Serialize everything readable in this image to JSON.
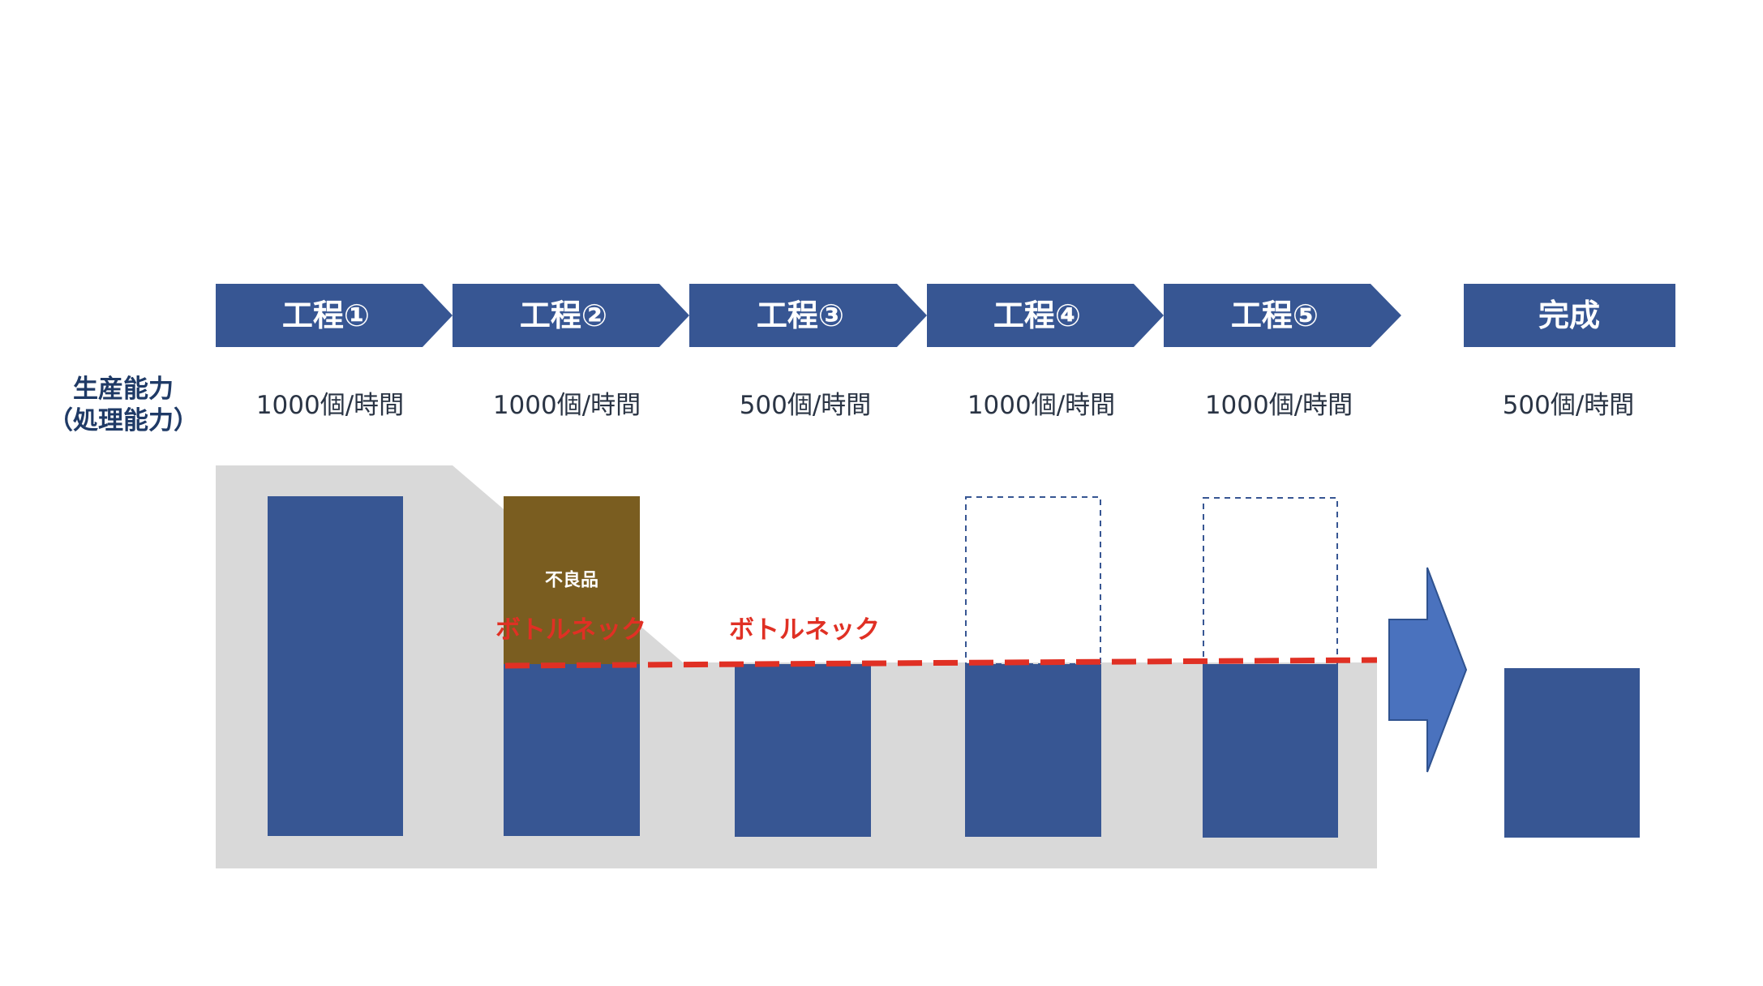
{
  "row_label": {
    "line1": "生産能力",
    "line2": "（処理能力）"
  },
  "steps": [
    {
      "label": "工程①",
      "capacity": "1000個/時間",
      "capacity_value": 1000
    },
    {
      "label": "工程②",
      "capacity": "1000個/時間",
      "capacity_value": 1000
    },
    {
      "label": "工程③",
      "capacity": "500個/時間",
      "capacity_value": 500
    },
    {
      "label": "工程④",
      "capacity": "1000個/時間",
      "capacity_value": 1000
    },
    {
      "label": "工程⑤",
      "capacity": "1000個/時間",
      "capacity_value": 1000
    }
  ],
  "result": {
    "label": "完成",
    "capacity": "500個/時間",
    "capacity_value": 500
  },
  "defect_label": "不良品",
  "bottleneck_labels": [
    "ボトルネック",
    "ボトルネック"
  ],
  "colors": {
    "chevron": "#375693",
    "bar": "#375693",
    "defect": "#7a5d20",
    "flow_area": "#d9d9d9",
    "bottleneck_line": "#e03024",
    "arrow": "#4a72be",
    "dashed_box": "#375693"
  }
}
